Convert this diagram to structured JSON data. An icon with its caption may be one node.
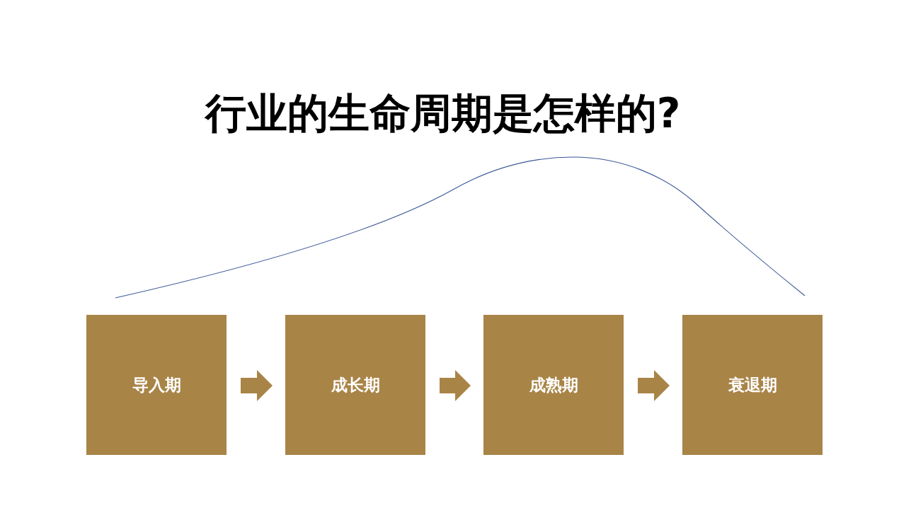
{
  "diagram": {
    "title": "行业的生命周期是怎样的?",
    "nodes": [
      {
        "text": [
          "导入期"
        ]
      },
      {
        "text": [
          "成长期"
        ]
      },
      {
        "text": [
          "成熟期"
        ]
      },
      {
        "text": [
          "衰退期"
        ]
      }
    ],
    "edges": [
      {
        "from": 0,
        "to": 1,
        "arrow": "to"
      },
      {
        "from": 1,
        "to": 2,
        "arrow": "to"
      },
      {
        "from": 2,
        "to": 3,
        "arrow": "to"
      }
    ]
  }
}
